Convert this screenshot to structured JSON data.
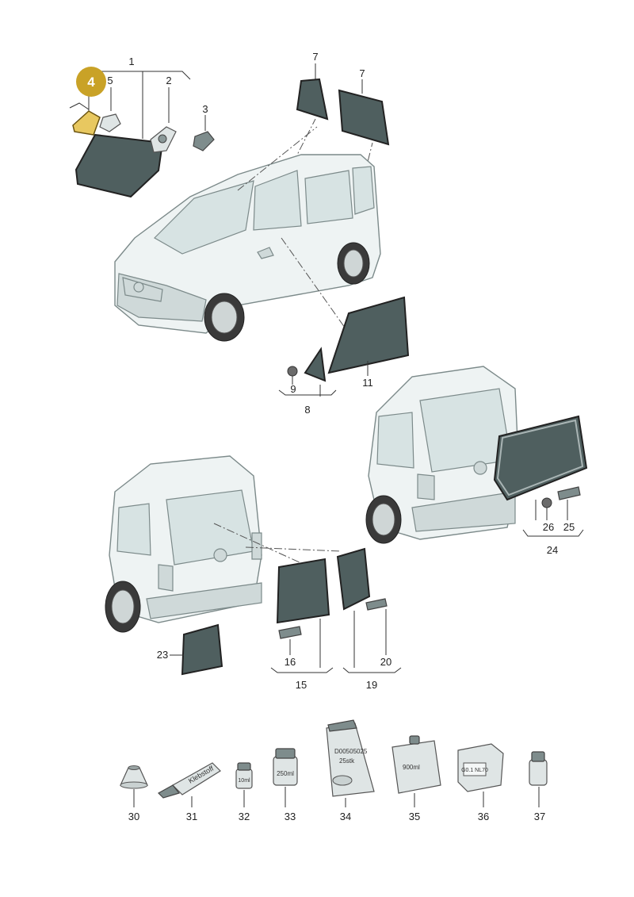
{
  "callouts": {
    "c1": "1",
    "c2": "2",
    "c3": "3",
    "c4": "4",
    "c5": "5",
    "c7a": "7",
    "c7b": "7",
    "c8": "8",
    "c9": "9",
    "c11": "11",
    "c15": "15",
    "c16": "16",
    "c19": "19",
    "c20": "20",
    "c23": "23",
    "c24": "24",
    "c25": "25",
    "c26": "26",
    "c30": "30",
    "c31": "31",
    "c32": "32",
    "c33": "33",
    "c34": "34",
    "c35": "35",
    "c36": "36",
    "c37": "37"
  },
  "highlighted_callout": "4",
  "product_labels": {
    "tube": "Klebstoff",
    "small_jar": "10ml",
    "medium_jar": "250ml",
    "bag_code": "D00505025",
    "bag_count": "25stk",
    "canister": "900ml",
    "box": "G0.1 NL70"
  },
  "colors": {
    "highlight_badge": "#c9a227",
    "glass": "#4f5f5f"
  }
}
